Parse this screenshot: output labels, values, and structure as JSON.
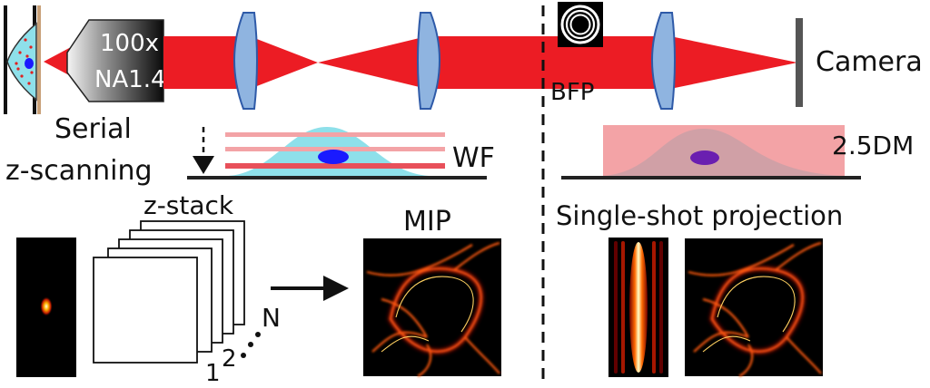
{
  "optics": {
    "objective_mag": "100x",
    "objective_na": "NA1.4",
    "bfp_label": "BFP",
    "camera_label": "Camera"
  },
  "wf_panel": {
    "serial_line1": "Serial",
    "serial_line2": "z-scanning",
    "wf_label": "WF"
  },
  "dm_panel": {
    "label": "2.5DM"
  },
  "bottom": {
    "zstack_label": "z-stack",
    "stack_index_1": "1",
    "stack_index_2": "2",
    "stack_index_n": "N",
    "mip_label": "MIP",
    "single_shot_label": "Single-shot projection"
  },
  "colors": {
    "beam": "#ec1c24",
    "lens": "#8fb4e0",
    "lens_stroke": "#2e5aa8",
    "cyan_sample": "#8ee0ea",
    "pink_band": "#f3a3a6",
    "nucleus_blue": "#1a1aff",
    "nucleus_purple": "#6a1fb0"
  }
}
